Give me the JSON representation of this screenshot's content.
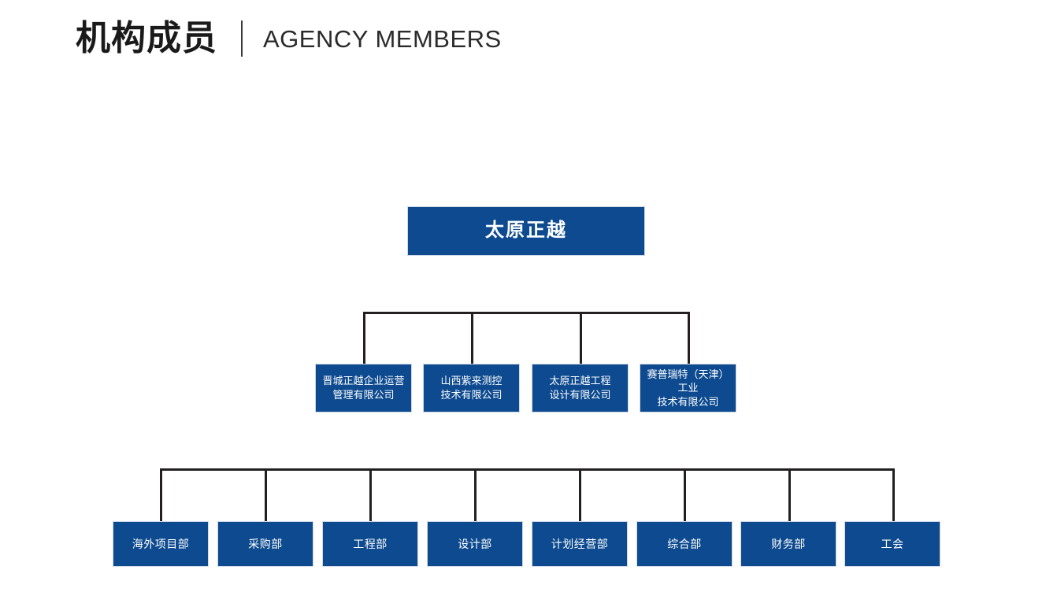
{
  "header": {
    "title_cn": "机构成员",
    "title_en": "AGENCY MEMBERS",
    "divider": "|"
  },
  "theme": {
    "node_fill": "#0d4a8f",
    "node_text": "#ffffff",
    "line_color": "#231f20",
    "background": "#ffffff",
    "header_text": "#1a1a1a"
  },
  "chart_data": {
    "type": "diagram",
    "diagram_kind": "organization-chart",
    "title": "机构成员 AGENCY MEMBERS",
    "levels": 3,
    "root": {
      "id": "n0",
      "label": "太原正越"
    },
    "level2": [
      {
        "id": "n1",
        "label": "晋城正越企业运营管理有限公司",
        "lines": [
          "晋城正越企业运营",
          "管理有限公司"
        ]
      },
      {
        "id": "n2",
        "label": "山西紫来测控技术有限公司",
        "lines": [
          "山西紫来测控",
          "技术有限公司"
        ]
      },
      {
        "id": "n3",
        "label": "太原正越工程设计有限公司",
        "lines": [
          "太原正越工程",
          "设计有限公司"
        ]
      },
      {
        "id": "n4",
        "label": "赛普瑞特（天津）工业技术有限公司",
        "lines": [
          "赛普瑞特（天津）工业",
          "技术有限公司"
        ]
      }
    ],
    "level3": [
      {
        "id": "d1",
        "label": "海外项目部"
      },
      {
        "id": "d2",
        "label": "采购部"
      },
      {
        "id": "d3",
        "label": "工程部"
      },
      {
        "id": "d4",
        "label": "设计部"
      },
      {
        "id": "d5",
        "label": "计划经营部"
      },
      {
        "id": "d6",
        "label": "综合部"
      },
      {
        "id": "d7",
        "label": "财务部"
      },
      {
        "id": "d8",
        "label": "工会"
      }
    ],
    "edges": [
      {
        "from": "n0",
        "to": "n1"
      },
      {
        "from": "n0",
        "to": "n2"
      },
      {
        "from": "n0",
        "to": "n3"
      },
      {
        "from": "n0",
        "to": "n4"
      },
      {
        "from": "n0",
        "to": "d1"
      },
      {
        "from": "n0",
        "to": "d2"
      },
      {
        "from": "n0",
        "to": "d3"
      },
      {
        "from": "n0",
        "to": "d4"
      },
      {
        "from": "n0",
        "to": "d5"
      },
      {
        "from": "n0",
        "to": "d6"
      },
      {
        "from": "n0",
        "to": "d7"
      },
      {
        "from": "n0",
        "to": "d8"
      }
    ]
  }
}
